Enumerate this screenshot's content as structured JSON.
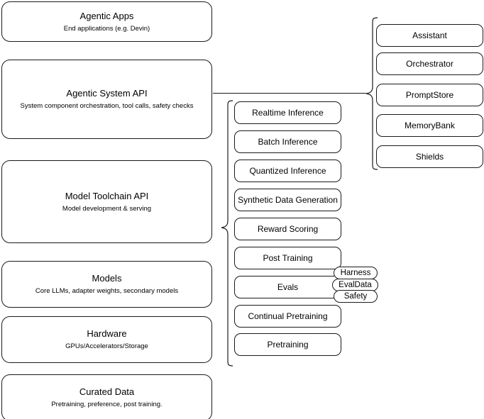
{
  "diagram": {
    "title": "LLM Stack Layers Diagram",
    "accent_color": "#1a1a1a",
    "background_color": "#ffffff"
  },
  "layers": [
    {
      "id": "agentic-apps",
      "title": "Agentic Apps",
      "subtitle": "End applications (e.g. Devin)"
    },
    {
      "id": "agentic-system-api",
      "title": "Agentic System API",
      "subtitle": "System component orchestration, tool calls, safety checks"
    },
    {
      "id": "model-toolchain-api",
      "title": "Model Toolchain API",
      "subtitle": "Model development & serving"
    },
    {
      "id": "models",
      "title": "Models",
      "subtitle": "Core LLMs, adapter weights, secondary models"
    },
    {
      "id": "hardware",
      "title": "Hardware",
      "subtitle": "GPUs/Accelerators/Storage"
    },
    {
      "id": "curated-data",
      "title": "Curated Data",
      "subtitle": "Pretraining, preference, post training."
    }
  ],
  "toolchain_capabilities": [
    {
      "id": "realtime-inference",
      "label": "Realtime Inference"
    },
    {
      "id": "batch-inference",
      "label": "Batch Inference"
    },
    {
      "id": "quantized-inference",
      "label": "Quantized Inference"
    },
    {
      "id": "synthetic-data-generation",
      "label": "Synthetic Data Generation"
    },
    {
      "id": "reward-scoring",
      "label": "Reward Scoring"
    },
    {
      "id": "post-training",
      "label": "Post Training"
    },
    {
      "id": "evals",
      "label": "Evals"
    },
    {
      "id": "continual-pretraining",
      "label": "Continual Pretraining"
    },
    {
      "id": "pretraining",
      "label": "Pretraining"
    }
  ],
  "evals_subcomponents": [
    {
      "id": "harness",
      "label": "Harness"
    },
    {
      "id": "evaldata",
      "label": "EvalData"
    },
    {
      "id": "safety",
      "label": "Safety"
    }
  ],
  "system_components": [
    {
      "id": "assistant",
      "label": "Assistant"
    },
    {
      "id": "orchestrator",
      "label": "Orchestrator"
    },
    {
      "id": "promptstore",
      "label": "PromptStore"
    },
    {
      "id": "memorybank",
      "label": "MemoryBank"
    },
    {
      "id": "shields",
      "label": "Shields"
    }
  ]
}
